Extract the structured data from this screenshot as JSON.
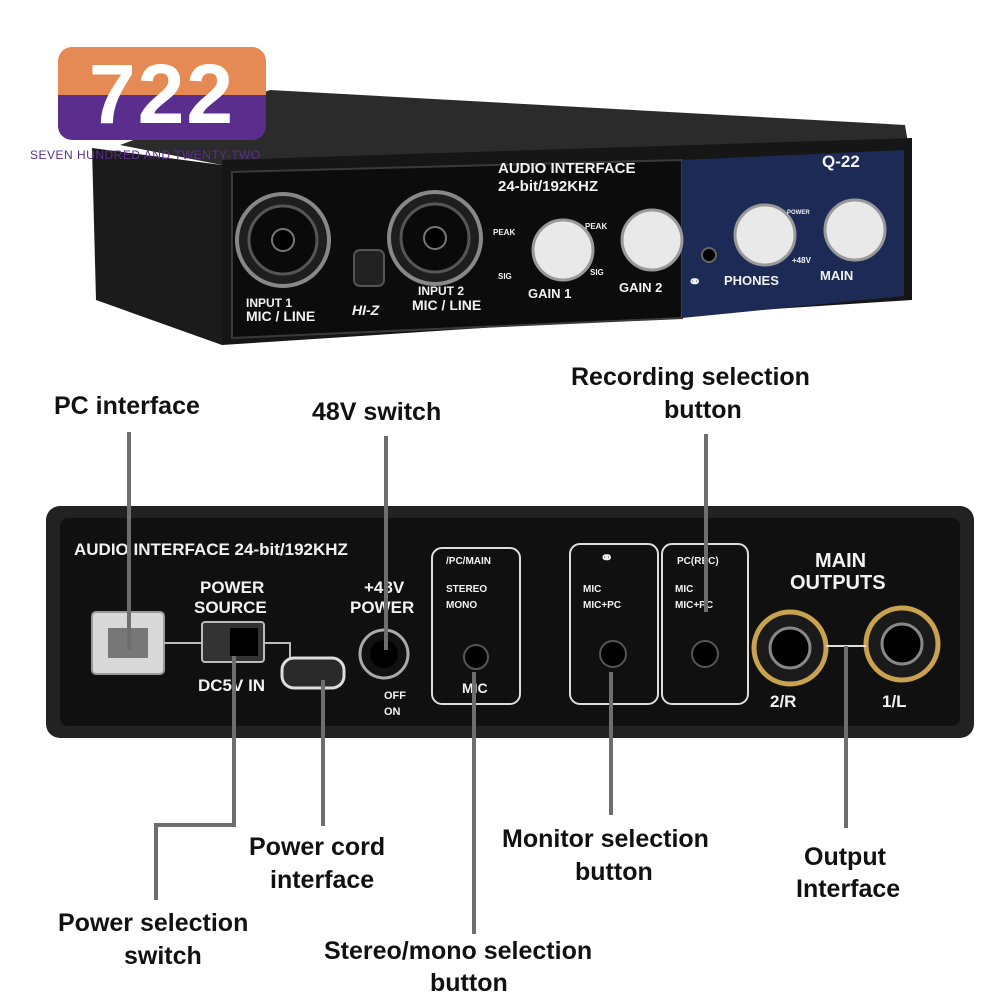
{
  "logo": {
    "number": "722",
    "tagline": "SEVEN HUNDRED AND TWENTY-TWO",
    "top_color": "#e58a55",
    "bottom_color": "#5b2e8e"
  },
  "front_panel": {
    "title_line1": "AUDIO INTERFACE",
    "title_line2": "24-bit/192KHZ",
    "model": "Q-22",
    "input1_line1": "INPUT 1",
    "input1_line2": "MIC / LINE",
    "input2_line1": "INPUT 2",
    "input2_line2": "MIC / LINE",
    "hiz": "HI-Z",
    "peak": "PEAK",
    "sig": "SIG",
    "gain1": "GAIN 1",
    "gain2": "GAIN 2",
    "phones": "PHONES",
    "main": "MAIN",
    "power": "POWER",
    "plus48v": "+48V"
  },
  "rear_panel": {
    "title": "AUDIO INTERFACE  24-bit/192KHZ",
    "power_source_1": "POWER",
    "power_source_2": "SOURCE",
    "dc_in": "DC5V IN",
    "p48_1": "+48V",
    "p48_2": "POWER",
    "off": "OFF",
    "on": "ON",
    "pc_main": "/PC/MAIN",
    "stereo": "STEREO",
    "mono": "MONO",
    "mic": "MIC",
    "mic_small": "MIC",
    "mic_pc": "MIC+PC",
    "pc_rec": "PC(REC)",
    "main_outputs_1": "MAIN",
    "main_outputs_2": "OUTPUTS",
    "out_2r": "2/R",
    "out_1l": "1/L"
  },
  "callouts": {
    "pc_interface": "PC interface",
    "switch_48v": "48V switch",
    "recording_1": "Recording selection",
    "recording_2": "button",
    "power_cord_1": "Power cord",
    "power_cord_2": "interface",
    "monitor_1": "Monitor selection",
    "monitor_2": "button",
    "output_1": "Output",
    "output_2": "Interface",
    "power_sel_1": "Power selection",
    "power_sel_2": "switch",
    "stereo_1": "Stereo/mono selection",
    "stereo_2": "button"
  }
}
